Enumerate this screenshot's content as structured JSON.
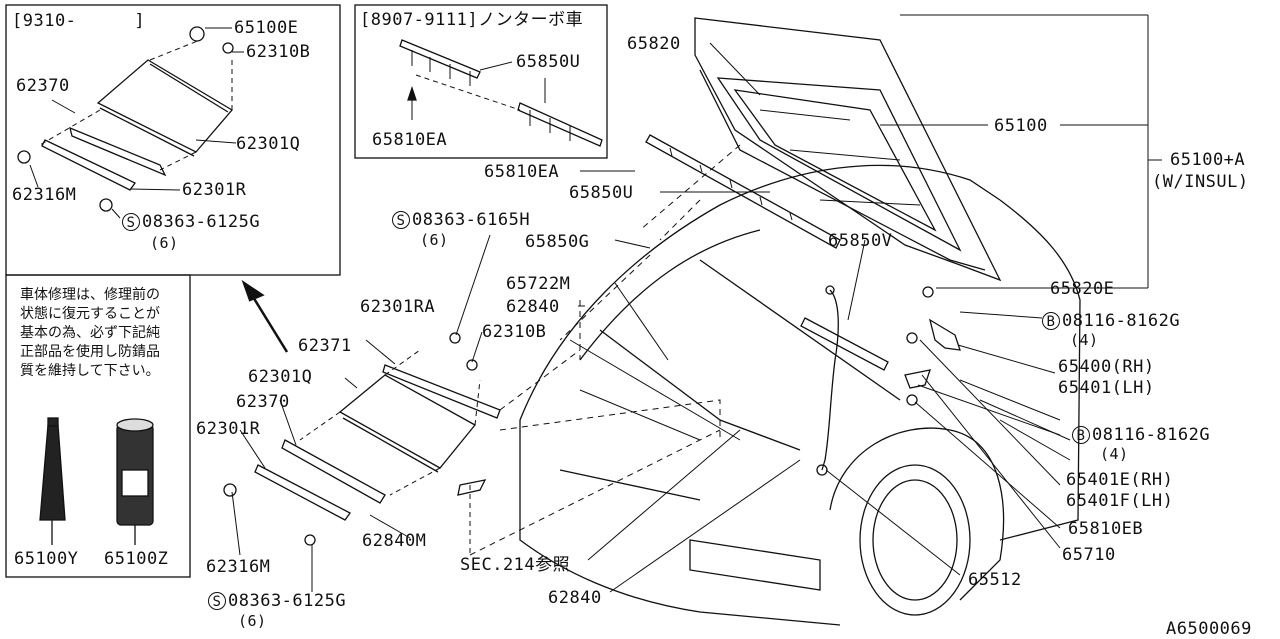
{
  "figure_id": "A6500069",
  "inset_top_left": {
    "title": "[9310-",
    "title_end": "]",
    "parts": [
      "65100E",
      "62310B",
      "62370",
      "62301Q",
      "62316M",
      "62301R"
    ],
    "screw": "08363-6125G",
    "screw_qty": "(6)"
  },
  "inset_top_middle": {
    "title": "[8907-9111]ノンターボ車",
    "parts": [
      "65850U",
      "65810EA"
    ]
  },
  "note_panel": {
    "text": "車体修理は、修理前の状態に復元することが基本の為、必ず下記純正部品を使用し防錆品質を維持して下さい。",
    "items": [
      "65100Y",
      "65100Z"
    ]
  },
  "main_labels": {
    "p65820": "65820",
    "p65100": "65100",
    "p65100A": "65100+A",
    "p65100A_note": "(W/INSUL)",
    "p65810EA": "65810EA",
    "p65850U": "65850U",
    "p65850G": "65850G",
    "p65850V": "65850V",
    "p65722M": "65722M",
    "p62840a": "62840",
    "p62310B": "62310B",
    "p62301RA": "62301RA",
    "p62371": "62371",
    "p62301Q": "62301Q",
    "p62370": "62370",
    "p62301R": "62301R",
    "p62316M": "62316M",
    "p62840M": "62840M",
    "sec214": "SEC.214参照",
    "p62840b": "62840",
    "p65820E": "65820E",
    "p08116a": "08116-8162G",
    "p08116a_qty": "(4)",
    "p65400": "65400(RH)",
    "p65401": "65401(LH)",
    "p08116b": "08116-8162G",
    "p08116b_qty": "(4)",
    "p65401E": "65401E(RH)",
    "p65401F": "65401F(LH)",
    "p65810EB": "65810EB",
    "p65710": "65710",
    "p65512": "65512",
    "s08363h": "08363-6165H",
    "s08363h_qty": "(6)",
    "s08363g": "08363-6125G",
    "s08363g_qty": "(6)"
  },
  "symbols": {
    "s_circle": "S",
    "b_circle": "B"
  }
}
